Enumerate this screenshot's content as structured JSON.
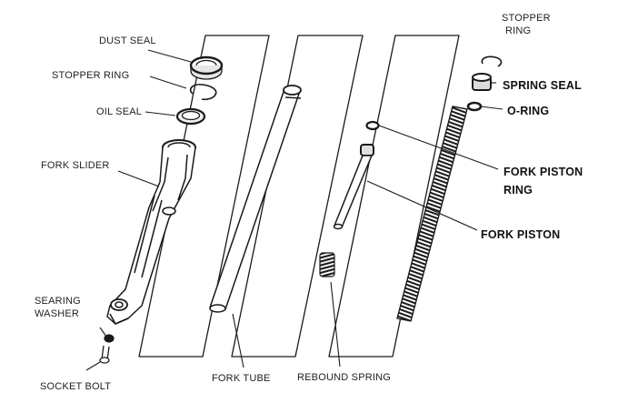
{
  "diagram": {
    "labels": {
      "dust_seal": "DUST SEAL",
      "stopper_ring_left": "STOPPER RING",
      "oil_seal": "OIL SEAL",
      "fork_slider": "FORK SLIDER",
      "searing_washer_line1": "SEARING",
      "searing_washer_line2": "WASHER",
      "socket_bolt": "SOCKET BOLT",
      "fork_tube": "FORK TUBE",
      "rebound_spring": "REBOUND SPRING",
      "stopper_ring_right_line1": "STOPPER",
      "stopper_ring_right_line2": "RING",
      "spring_seal": "SPRING SEAL",
      "o_ring": "O-RING",
      "fork_piston_ring_line1": "FORK PISTON",
      "fork_piston_ring_line2": "RING",
      "fork_piston": "FORK PISTON"
    },
    "colors": {
      "ink": "#1a1a1a",
      "background": "#ffffff"
    }
  }
}
